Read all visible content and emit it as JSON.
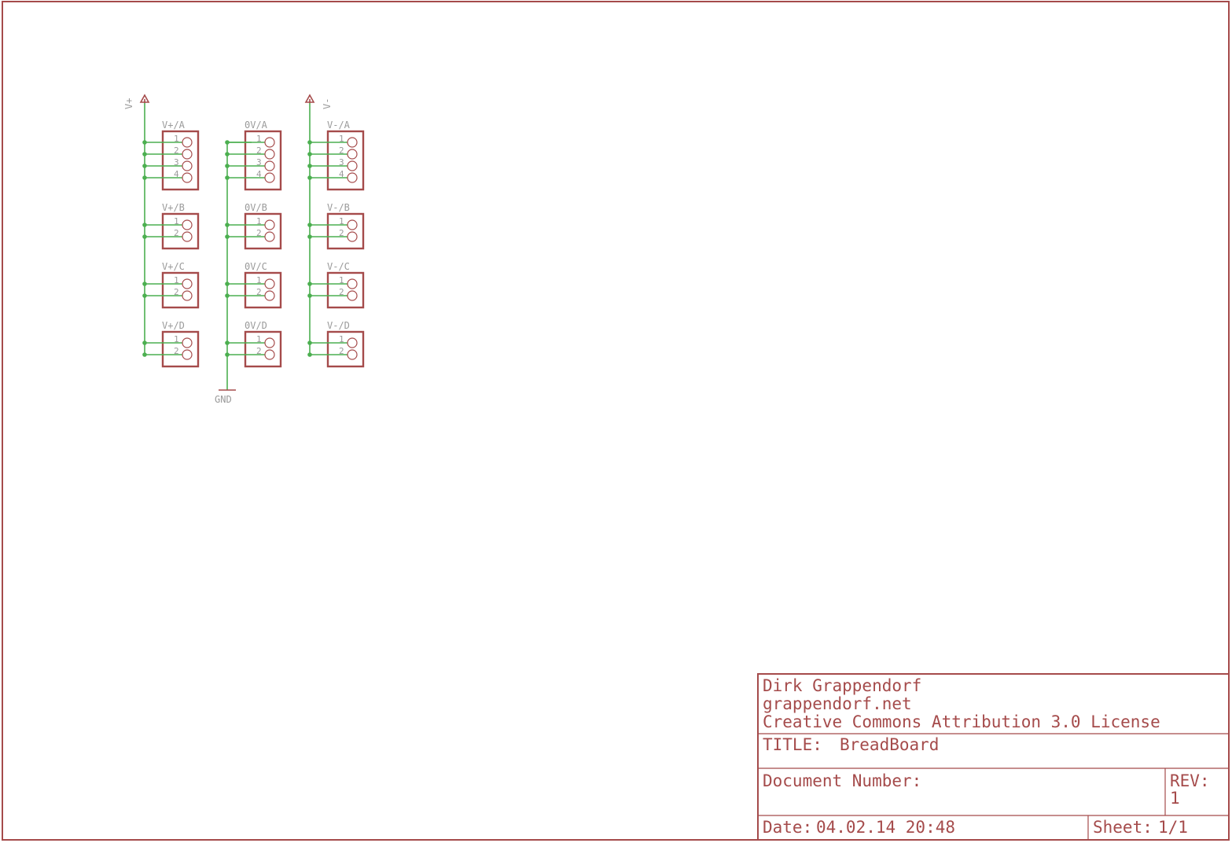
{
  "supply_symbols": [
    {
      "id": "vplus",
      "label": "V+"
    },
    {
      "id": "vminus",
      "label": "V-"
    },
    {
      "id": "gnd",
      "label": "GND"
    }
  ],
  "connectors": [
    {
      "col": 0,
      "name": "V+/A",
      "pins": [
        "1",
        "2",
        "3",
        "4"
      ]
    },
    {
      "col": 0,
      "name": "V+/B",
      "pins": [
        "1",
        "2"
      ]
    },
    {
      "col": 0,
      "name": "V+/C",
      "pins": [
        "1",
        "2"
      ]
    },
    {
      "col": 0,
      "name": "V+/D",
      "pins": [
        "1",
        "2"
      ]
    },
    {
      "col": 1,
      "name": "0V/A",
      "pins": [
        "1",
        "2",
        "3",
        "4"
      ]
    },
    {
      "col": 1,
      "name": "0V/B",
      "pins": [
        "1",
        "2"
      ]
    },
    {
      "col": 1,
      "name": "0V/C",
      "pins": [
        "1",
        "2"
      ]
    },
    {
      "col": 1,
      "name": "0V/D",
      "pins": [
        "1",
        "2"
      ]
    },
    {
      "col": 2,
      "name": "V-/A",
      "pins": [
        "1",
        "2",
        "3",
        "4"
      ]
    },
    {
      "col": 2,
      "name": "V-/B",
      "pins": [
        "1",
        "2"
      ]
    },
    {
      "col": 2,
      "name": "V-/C",
      "pins": [
        "1",
        "2"
      ]
    },
    {
      "col": 2,
      "name": "V-/D",
      "pins": [
        "1",
        "2"
      ]
    }
  ],
  "title_block": {
    "author": "Dirk Grappendorf",
    "website": "grappendorf.net",
    "license": "Creative Commons Attribution 3.0 License",
    "title_label": "TITLE:",
    "title_value": "BreadBoard",
    "doc_number_label": "Document Number:",
    "rev_label": "REV:",
    "rev_value": "1",
    "date_label": "Date:",
    "date_value": "04.02.14 20:48",
    "sheet_label": "Sheet:",
    "sheet_value": "1/1"
  }
}
